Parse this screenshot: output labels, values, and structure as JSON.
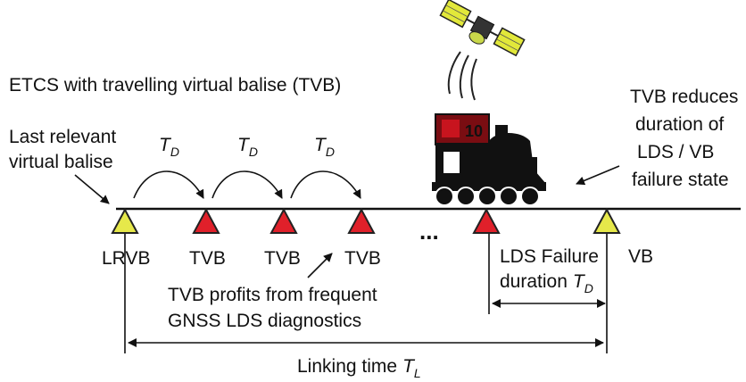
{
  "title": "ETCS with travelling virtual balise (TVB)",
  "last_relevant": [
    "Last relevant",
    "virtual balise"
  ],
  "td_symbol": "T",
  "td_subscript": "D",
  "tl_symbol": "T",
  "tl_subscript": "L",
  "reduces": [
    "TVB reduces",
    "duration of",
    "LDS / VB",
    "failure state"
  ],
  "lrvb_label": "LRVB",
  "tvb_label": "TVB",
  "vb_label": "VB",
  "ellipsis": "...",
  "lds_failure": [
    "LDS Failure",
    "duration"
  ],
  "profits": [
    "TVB profits from frequent",
    "GNSS LDS diagnostics"
  ],
  "linking_time": "Linking time",
  "loco_plate": "10",
  "colors": {
    "red_balise": "#e0202a",
    "yellow_balise": "#e6e84a",
    "satellite_panel": "#e2e83a",
    "loco_red": "#c8141e",
    "ink": "#111111"
  }
}
